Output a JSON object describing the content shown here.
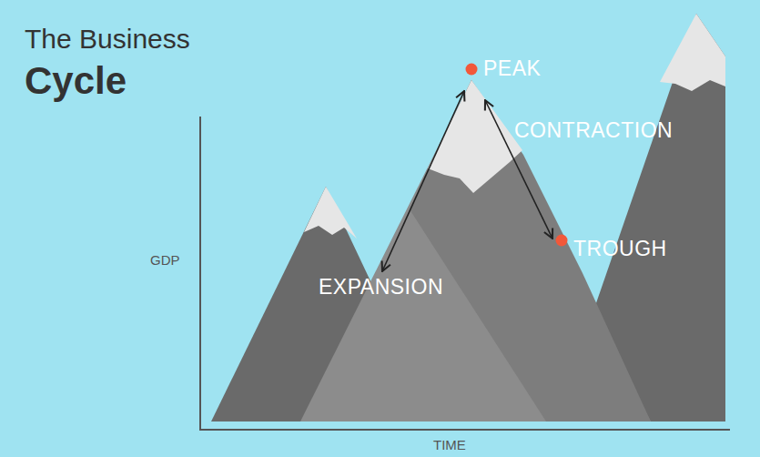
{
  "diagram": {
    "title": "The Business Cycle",
    "labels": [
      "PEAK",
      "CONTRACTION",
      "TROUGH",
      "EXPANSION",
      "GDP",
      "TIME"
    ]
  }
}
